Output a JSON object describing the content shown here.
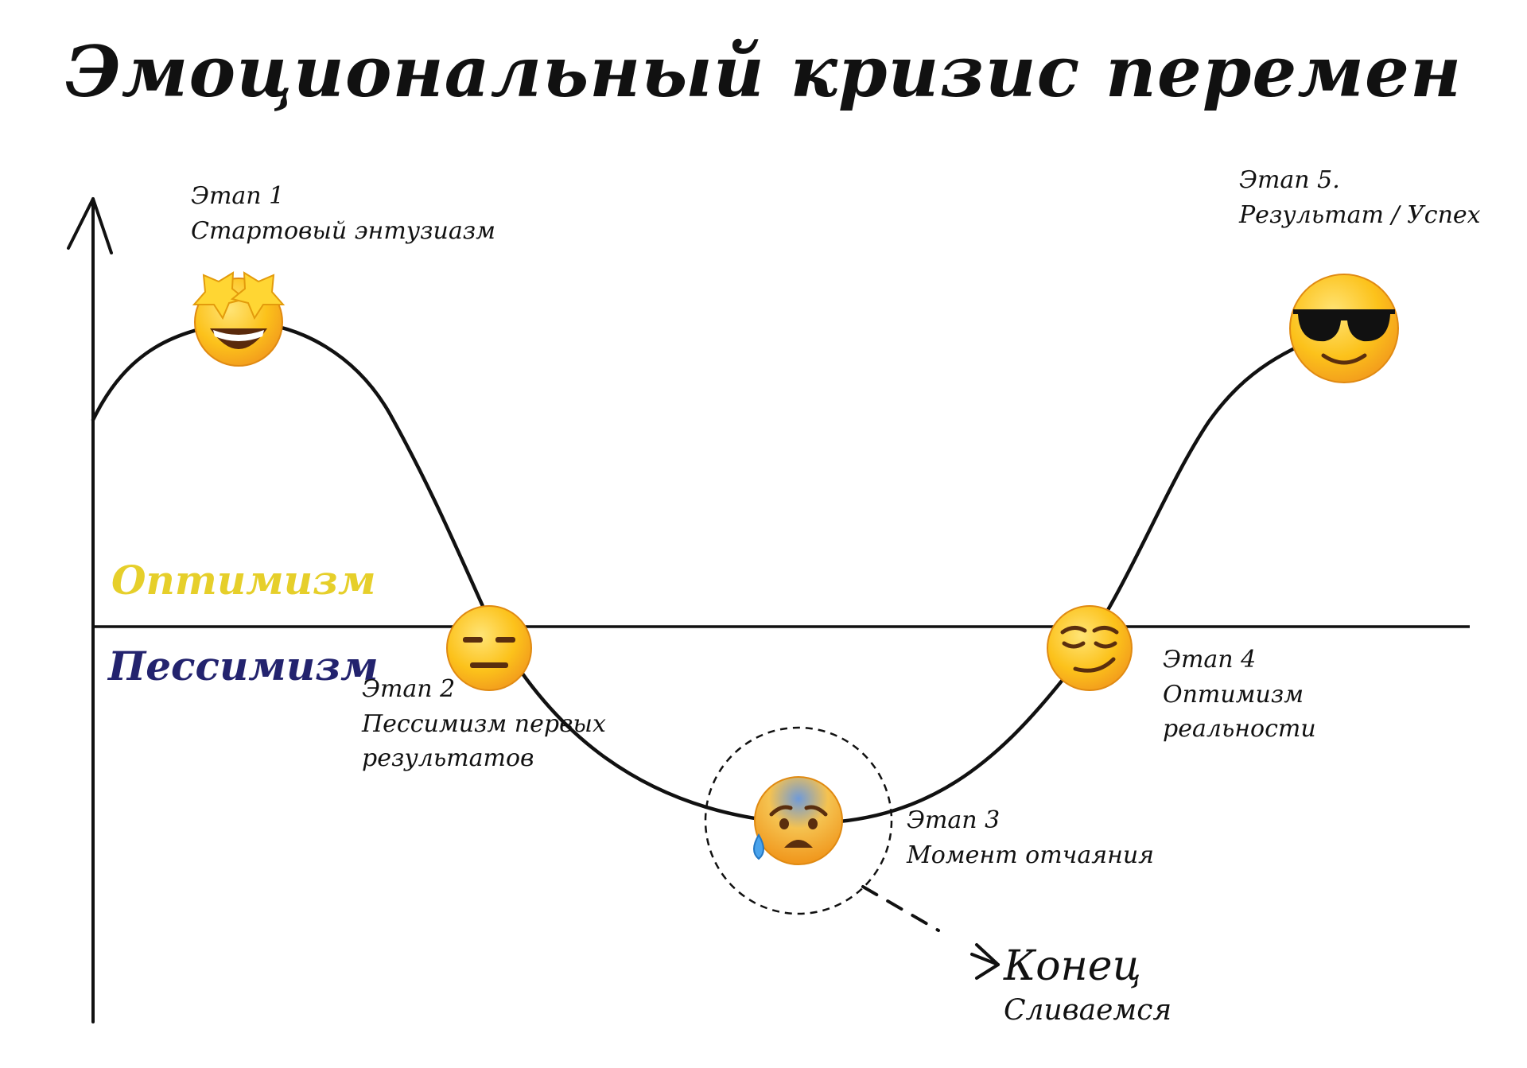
{
  "title": "Эмоциональный кризис перемен",
  "zones": {
    "optimism": "Оптимизм",
    "pessimism": "Пессимизм"
  },
  "stages": [
    {
      "title": "Этап 1",
      "description": [
        "Стартовый энтузиазм"
      ],
      "icon": "star-struck-face-icon"
    },
    {
      "title": "Этап 2",
      "description": [
        "Пессимизм первых",
        "результатов"
      ],
      "icon": "expressionless-face-icon"
    },
    {
      "title": "Этап 3",
      "description": [
        "Момент отчаяния"
      ],
      "icon": "anxious-sweat-face-icon"
    },
    {
      "title": "Этап 4",
      "description": [
        "Оптимизм",
        "реальности"
      ],
      "icon": "smirking-face-icon"
    },
    {
      "title": "Этап 5.",
      "description": [
        "Результат / Успех"
      ],
      "icon": "sunglasses-face-icon"
    }
  ],
  "exit": {
    "title": "Конец",
    "subtitle": "Сливаемся"
  },
  "colors": {
    "optimism": "#e6cf2a",
    "pessimism": "#23236e",
    "line": "#111111",
    "emoji_face": "#fcc21b"
  }
}
